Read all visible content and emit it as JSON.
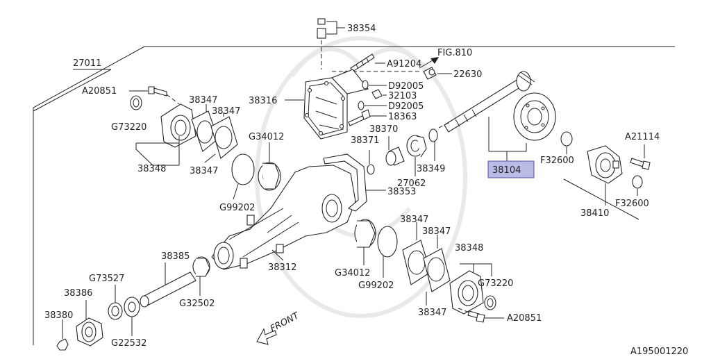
{
  "labels": {
    "p38354": "38354",
    "p27011": "27011",
    "pA91204": "A91204",
    "pFIG810": "FIG.810",
    "p22630": "22630",
    "pA20851_top": "A20851",
    "p38347_a": "38347",
    "p38347_b": "38347",
    "p38316": "38316",
    "pD92005_a": "D92005",
    "p32103": "32103",
    "pD92005_b": "D92005",
    "p18363": "18363",
    "pG73220_top": "G73220",
    "p38370": "38370",
    "p38371": "38371",
    "pG34012_top": "G34012",
    "p38348_top": "38348",
    "p38347_c": "38347",
    "p38349": "38349",
    "p27062": "27062",
    "p38353": "38353",
    "pG99202_top": "G99202",
    "p38104": "38104",
    "pA21114": "A21114",
    "pF32600_a": "F32600",
    "p38410": "38410",
    "pF32600_b": "F32600",
    "p38347_d": "38347",
    "p38347_e": "38347",
    "p38312": "38312",
    "pG34012_bot": "G34012",
    "pG99202_bot": "G99202",
    "p38348_bot": "38348",
    "pG73220_bot": "G73220",
    "p38347_f": "38347",
    "pA20851_bot": "A20851",
    "p38385": "38385",
    "pG73527": "G73527",
    "p38386": "38386",
    "pG32502": "G32502",
    "p38380": "38380",
    "pG22532": "G22532",
    "front": "FRONT",
    "diagram_id": "A195001220"
  },
  "colors": {
    "ink": "#222222",
    "highlight_fill": "#b9bde6",
    "highlight_stroke": "#4b52a8",
    "watermark": "#e9e9e9"
  }
}
